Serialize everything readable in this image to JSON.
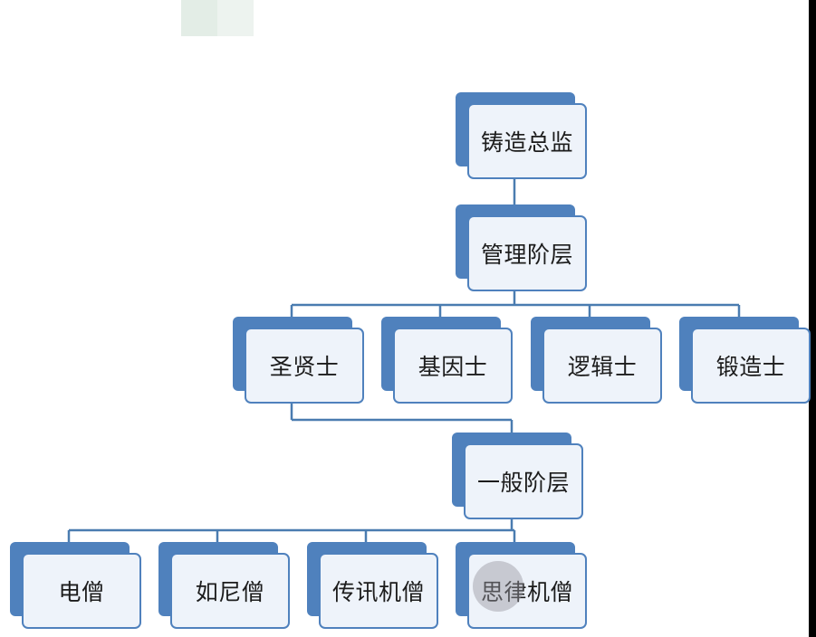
{
  "org_chart": {
    "root": {
      "label": "铸造总监"
    },
    "management": {
      "label": "管理阶层",
      "children": [
        "圣贤士",
        "基因士",
        "逻辑士",
        "锻造士"
      ]
    },
    "general": {
      "label": "一般阶层",
      "children": [
        "电僧",
        "如尼僧",
        "传讯机僧",
        "思律机僧"
      ]
    }
  },
  "colors": {
    "node_fill": "#4f81bd",
    "node_face": "#eef3fa",
    "connector": "#4a7cb0"
  }
}
